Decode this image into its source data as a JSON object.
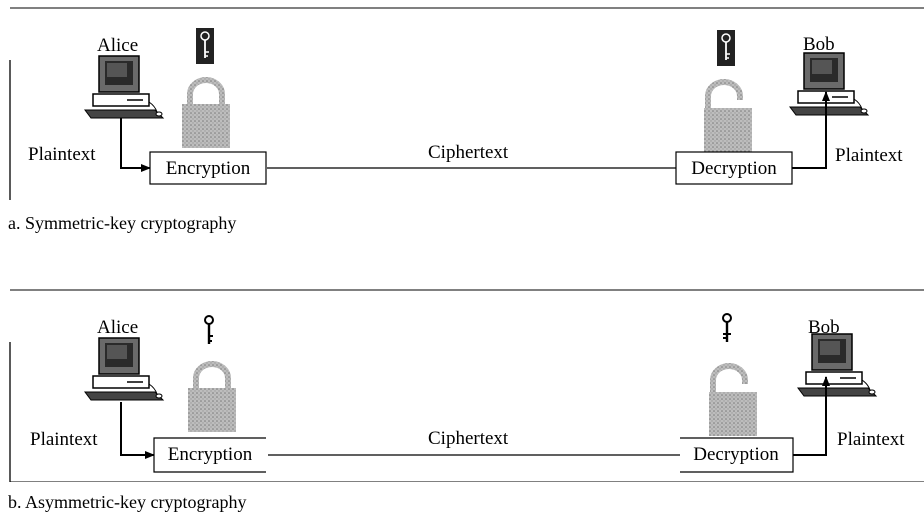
{
  "panels": [
    {
      "id": "symmetric",
      "caption": "a. Symmetric-key cryptography",
      "sender": "Alice",
      "receiver": "Bob",
      "plaintext_left": "Plaintext",
      "plaintext_right": "Plaintext",
      "encrypt_label": "Encryption",
      "decrypt_label": "Decryption",
      "channel_label": "Ciphertext",
      "key_style": "dark-tag-key"
    },
    {
      "id": "asymmetric",
      "caption": "b. Asymmetric-key cryptography",
      "sender": "Alice",
      "receiver": "Bob",
      "plaintext_left": "Plaintext",
      "plaintext_right": "Plaintext",
      "encrypt_label": "Encryption",
      "decrypt_label": "Decryption",
      "channel_label": "Ciphertext",
      "key_style": "plain-key"
    }
  ]
}
